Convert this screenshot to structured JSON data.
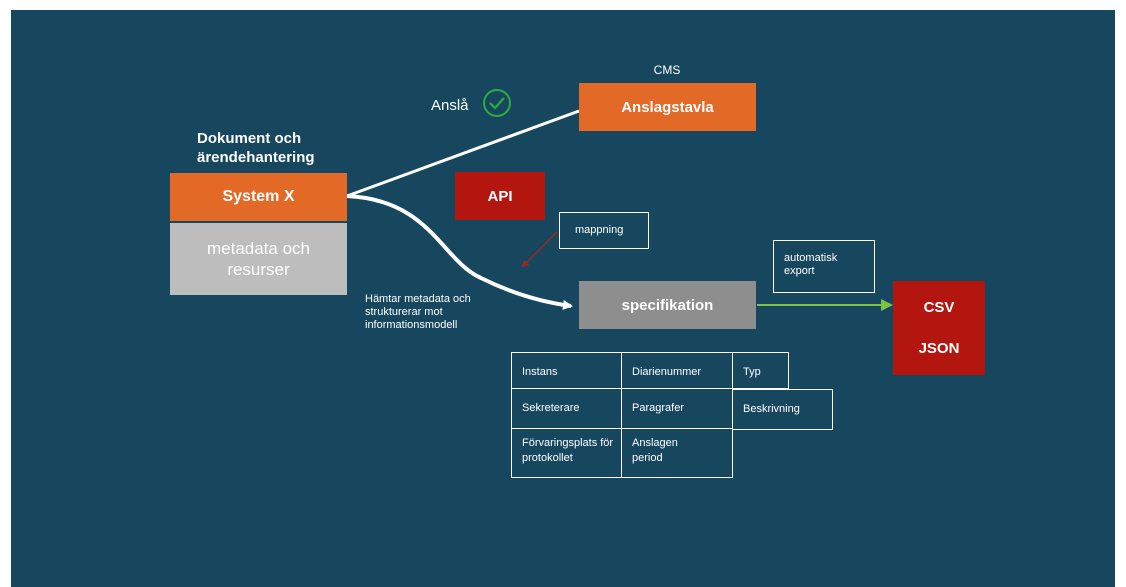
{
  "colors": {
    "background": "#17475f",
    "orange": "#e26a26",
    "red": "#b2160f",
    "grey": "#bdbdbd",
    "dark_grey": "#8e8e8e",
    "green": "#2eaa3e",
    "arrow_green": "#7cc243"
  },
  "source": {
    "heading": "Dokument och ärendehantering",
    "system": "System X",
    "metadata": "metadata och resurser"
  },
  "cms": {
    "label": "CMS",
    "board": "Anslagstavla",
    "publish_label": "Anslå",
    "publish_icon": "check-circle-icon"
  },
  "api": {
    "label": "API"
  },
  "mapping": {
    "label": "mappning"
  },
  "fetch_note": "Hämtar metadata och strukturerar mot informationsmodell",
  "specification": {
    "label": "specifikation"
  },
  "export": {
    "note": "automatisk export",
    "formats": [
      "CSV",
      "JSON"
    ]
  },
  "fields": {
    "instans": "Instans",
    "diarienummer": "Diarienummer",
    "typ": "Typ",
    "sekreterare": "Sekreterare",
    "paragrafer": "Paragrafer",
    "beskrivning": "Beskrivning",
    "forvaringsplats": "Förvaringsplats för protokollet",
    "anslagen_period": "Anslagen period"
  }
}
